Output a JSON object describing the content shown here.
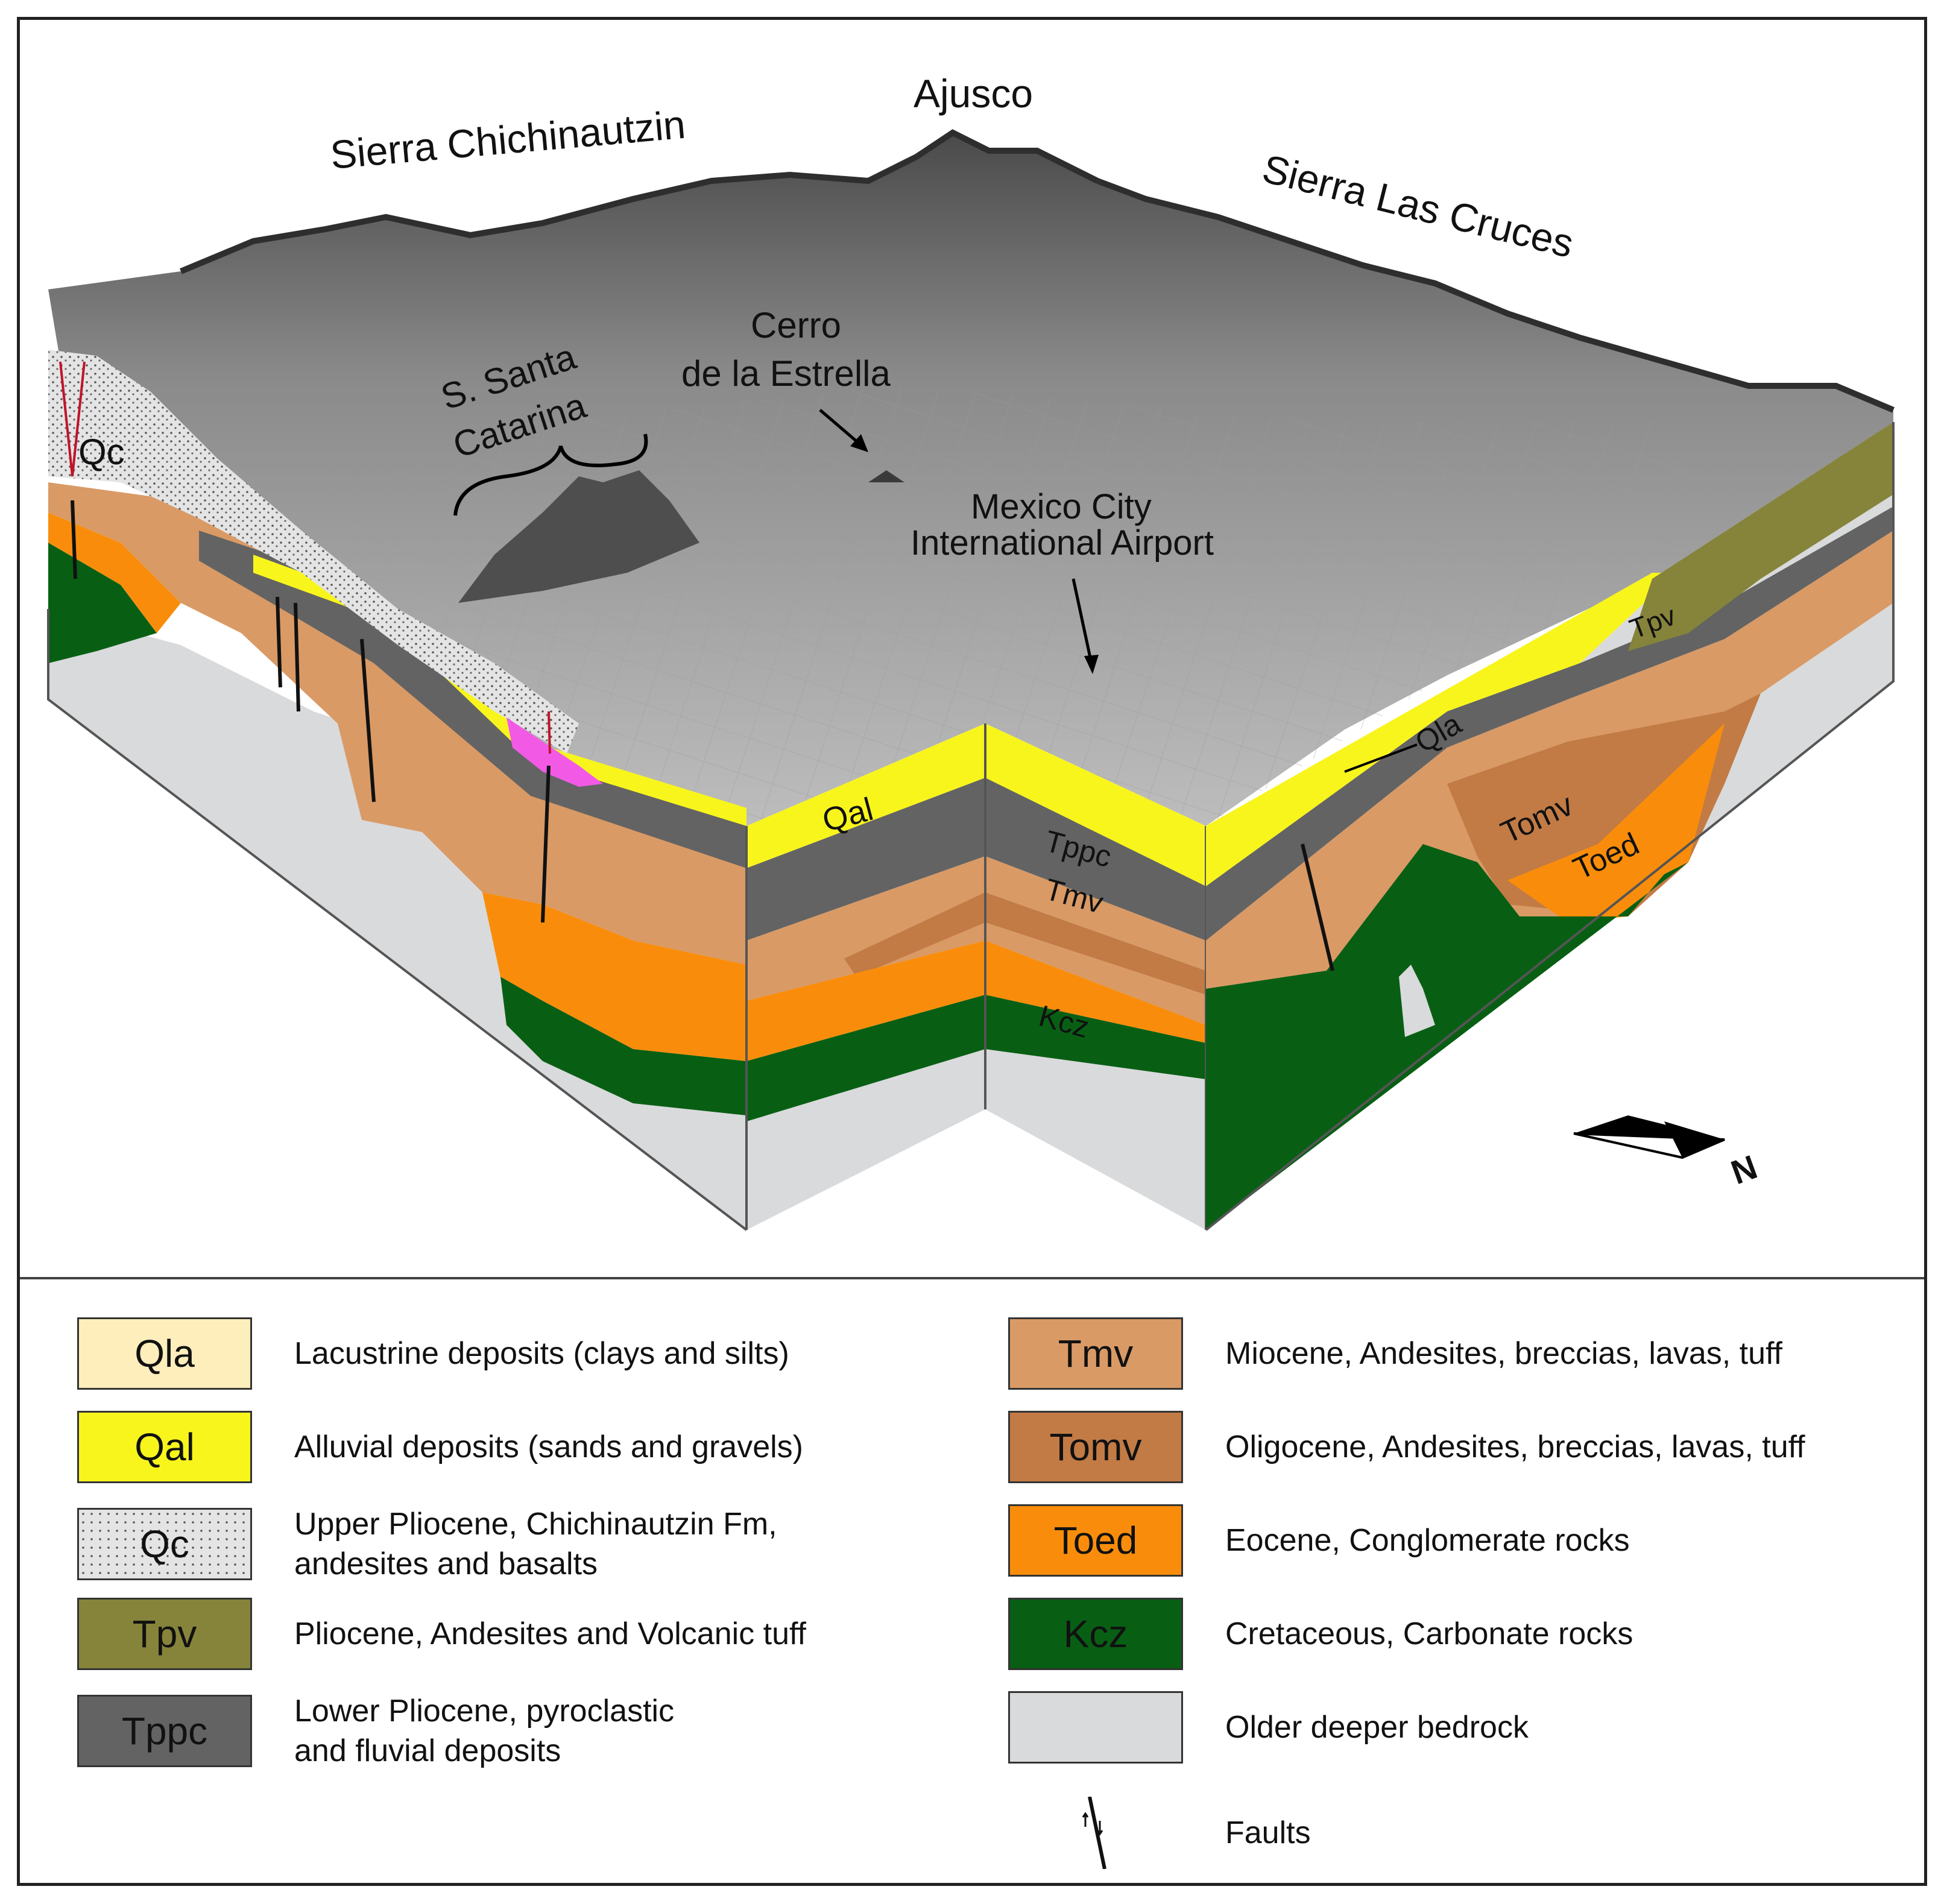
{
  "diagram": {
    "mountains": {
      "chichinautzin": "Sierra Chichinautzin",
      "ajusco": "Ajusco",
      "las_cruces": "Sierra Las Cruces"
    },
    "features": {
      "santa_catarina_1": "S. Santa",
      "santa_catarina_2": "Catarina",
      "cerro_1": "Cerro",
      "cerro_2": "de la Estrella",
      "airport_1": "Mexico City",
      "airport_2": "International Airport"
    },
    "unit_labels": {
      "qc": "Qc",
      "qal": "Qal",
      "tppc": "Tppc",
      "tmv": "Tmv",
      "kcz": "Kcz",
      "qla": "Qla",
      "tomv": "Tomv",
      "toed": "Toed",
      "tpv": "Tpv"
    },
    "north": "N"
  },
  "legend": {
    "left": [
      {
        "code": "Qla",
        "desc": "Lacustrine deposits (clays and silts)",
        "color": "#fdeebc"
      },
      {
        "code": "Qal",
        "desc": "Alluvial deposits (sands and gravels)",
        "color": "#f8f51d"
      },
      {
        "code": "Qc",
        "desc": "Upper Pliocene, Chichinautzin Fm,\nandesites and basalts",
        "color": "#e4e4e4"
      },
      {
        "code": "Tpv",
        "desc": "Pliocene, Andesites and Volcanic tuff",
        "color": "#86843a"
      },
      {
        "code": "Tppc",
        "desc": "Lower Pliocene, pyroclastic\nand fluvial deposits",
        "color": "#636363"
      }
    ],
    "right": [
      {
        "code": "Tmv",
        "desc": "Miocene, Andesites, breccias, lavas, tuff",
        "color": "#d99a66"
      },
      {
        "code": "Tomv",
        "desc": "Oligocene, Andesites, breccias, lavas, tuff",
        "color": "#c27b45"
      },
      {
        "code": "Toed",
        "desc": "Eocene, Conglomerate rocks",
        "color": "#f98d0b"
      },
      {
        "code": "Kcz",
        "desc": "Cretaceous, Carbonate rocks",
        "color": "#085f14"
      },
      {
        "code": "",
        "desc": "Older deeper bedrock",
        "color": "#d9dadb"
      }
    ],
    "faults_label": "Faults"
  },
  "colors": {
    "qla": "#fdeebc",
    "qal": "#f8f51d",
    "qc": "#e4e4e4",
    "tpv": "#86843a",
    "tppc": "#636363",
    "tmv": "#d99a66",
    "tomv": "#c27b45",
    "toed": "#f98d0b",
    "kcz": "#085f14",
    "bedrock": "#d9dadb",
    "intrusion": "#f25ae6",
    "fault_red": "#c0142a"
  }
}
